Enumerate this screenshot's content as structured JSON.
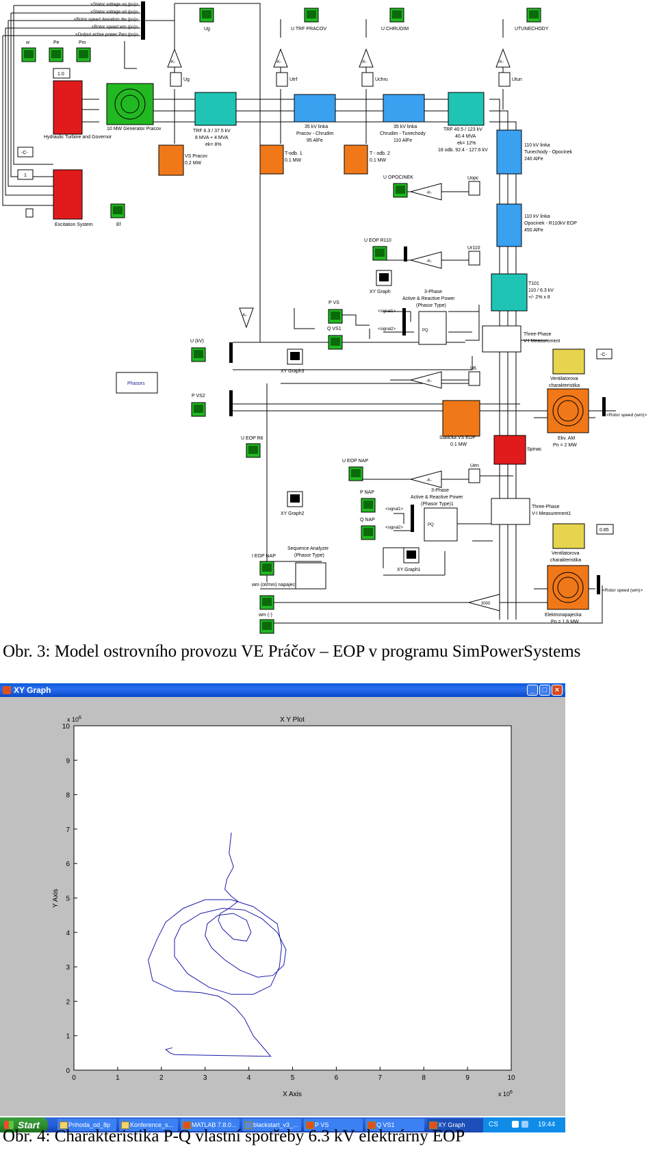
{
  "captions": {
    "fig3": "Obr. 3: Model ostrovního provozu VE Práčov – EOP v programu SimPowerSystems",
    "fig4": "Obr. 4: Charakteristika P-Q vlastní spotřeby 6.3 kV elektrárny EOP"
  },
  "model": {
    "bus_labels": [
      "<Stator voltage  vq (pu)>",
      "<Stator voltage  vd (pu)>",
      "<Rotor speed deviation  dw (pu)>",
      "<Rotor speed  wm (pu)>",
      "<Output active power  Peo (pu)>"
    ],
    "scopes_top": [
      "w",
      "Pe",
      "Pm",
      "Ug",
      "U TRF PRACOV",
      "U CHRUDIM",
      "UTUNECHODY"
    ],
    "gain": "-K-",
    "const_1_0": "1.0",
    "const_C": "-C-",
    "const_1": "1",
    "turbine": "Hydraulic Turbine and Governor",
    "generator": "10 MW Generator Pracov",
    "excitation": "Excitation System",
    "ef": "Ef",
    "trf1": [
      "TRF 6.3 / 37.5 kV",
      "8 MVA + 4 MVA",
      "ek= 8%"
    ],
    "vs_pracov": [
      "VS Pracov",
      "0.2 MW"
    ],
    "line1": [
      "35 kV linka",
      "Pracov - Chrudim",
      "95 AlFe"
    ],
    "todb1": [
      "T-odb. 1",
      "0.1 MW"
    ],
    "line2": [
      "35 kV linka",
      "Chrudim - Tunechody",
      "110 AlFe"
    ],
    "todb2": [
      "T - odb. 2",
      "0.1 MW"
    ],
    "trf2": [
      "TRF 40.5 / 123 kV",
      "40.4 MVA",
      "ek= 12%",
      "18 odb. 92.4 - 127.6 kV"
    ],
    "line3": [
      "110 kV linka",
      "Tunechody - Opocinek",
      "240 AlFe"
    ],
    "line4": [
      "110 kV linka",
      "Opocinek - R110kV EOP",
      "450 AlFe"
    ],
    "t101": [
      "T101",
      "110 / 6.3 kV",
      "+/- 2% x 8"
    ],
    "meas_labels": [
      "Ug",
      "Utrf",
      "Uchru",
      "Utun",
      "Uopc",
      "Ur110",
      "U6",
      "Uen"
    ],
    "scopes_mid": [
      "U OPOCINEK",
      "U EOP R110",
      "P VS",
      "Q VS1",
      "U (kV)",
      "P VS2",
      "U EOP R6",
      "U EOP NAP",
      "P NAP",
      "Q NAP",
      "I EOP NAP",
      "wm (ot/min) napajecka",
      "wm (-)"
    ],
    "xy_graphs": [
      "XY Graph",
      "XY Graph3",
      "XY Graph2",
      "XY Graph1"
    ],
    "pq1": [
      "3-Phase",
      "Active & Reactive Power",
      "(Phasor Type)"
    ],
    "pq2": [
      "3-Phase",
      "Active & Reactive Power",
      "(Phasor Type)1"
    ],
    "vi1": [
      "Three-Phase",
      "V-I Measurement"
    ],
    "vi2": [
      "Three-Phase",
      "V-I Measurement1"
    ],
    "signals": [
      "<signal1>",
      "<signal2>"
    ],
    "phasors": "Phasors",
    "vent1": [
      "Ventilatorova",
      "charakteristika"
    ],
    "vent2": [
      "Ventilatorova",
      "charakteristika"
    ],
    "const_085": "0.85",
    "am1": [
      "Ekv. AM",
      "Pn = 2 MW"
    ],
    "am2": [
      "Elektronapajecka",
      "Pn = 1.6 MW"
    ],
    "static_vs": [
      "Staticka VS EOP",
      "0.1 MW"
    ],
    "spinac": "Spinac",
    "seq": [
      "Sequence Analyzer",
      "(Phasor Type)"
    ],
    "gain3000": "3000",
    "rotor_speed": "<Rotor speed (wm)>"
  },
  "window": {
    "title": "XY Graph",
    "buttons": [
      "_",
      "□",
      "×"
    ]
  },
  "taskbar": {
    "start": "Start",
    "items": [
      "Prihoda_od_8p",
      "Konference_s...",
      "MATLAB 7.8.0...",
      "blackstart_v3_...",
      "P VS",
      "Q VS1",
      "XY Graph"
    ],
    "lang": "CS",
    "clock": "19:44"
  },
  "chart_data": {
    "type": "line",
    "title": "X Y Plot",
    "xlabel": "X Axis",
    "ylabel": "Y Axis",
    "x_exponent": "x 10",
    "x_exponent_power": "6",
    "y_exponent": "x 10",
    "y_exponent_power": "6",
    "xlim": [
      0,
      10
    ],
    "ylim": [
      0,
      10
    ],
    "xticks": [
      "0",
      "1",
      "2",
      "3",
      "4",
      "5",
      "6",
      "7",
      "8",
      "9",
      "10"
    ],
    "yticks": [
      "0",
      "1",
      "2",
      "3",
      "4",
      "5",
      "6",
      "7",
      "8",
      "9",
      "10"
    ],
    "grid": false,
    "line_color": "#1a1aaa",
    "series": [
      {
        "x": [
          2.25,
          2.1,
          2.2,
          2.3,
          4.5,
          4.1,
          3.9,
          3.7,
          3.5,
          3.3,
          2.9,
          2.3,
          1.8,
          1.7,
          1.9,
          2.1,
          2.5,
          3.0,
          3.6,
          4.1,
          4.65,
          4.75,
          4.7,
          4.5,
          4.1,
          3.6,
          3.1,
          2.6,
          2.3,
          2.3,
          2.45,
          2.9,
          3.4,
          3.9,
          4.3,
          4.65,
          4.85,
          4.8,
          4.55,
          4.2,
          3.8,
          3.45,
          3.15,
          3.0,
          3.05,
          3.3,
          3.65,
          3.95,
          4.05,
          3.95,
          3.65,
          3.4,
          3.3,
          3.35,
          3.55,
          3.75,
          3.6,
          3.45,
          3.5,
          3.65,
          3.55,
          3.6
        ],
        "y": [
          0.65,
          0.6,
          0.5,
          0.45,
          0.4,
          1.0,
          1.5,
          1.8,
          2.0,
          2.15,
          2.25,
          2.3,
          2.6,
          3.2,
          3.8,
          4.3,
          4.7,
          4.95,
          4.95,
          4.75,
          4.25,
          3.6,
          3.0,
          2.45,
          2.2,
          2.2,
          2.4,
          2.8,
          3.3,
          3.8,
          4.2,
          4.55,
          4.7,
          4.65,
          4.4,
          4.0,
          3.5,
          3.05,
          2.75,
          2.7,
          2.9,
          3.2,
          3.55,
          3.9,
          4.25,
          4.5,
          4.55,
          4.35,
          4.0,
          3.75,
          3.8,
          4.1,
          4.35,
          4.55,
          4.7,
          4.9,
          5.05,
          5.25,
          5.55,
          5.9,
          6.3,
          6.9
        ]
      }
    ]
  }
}
